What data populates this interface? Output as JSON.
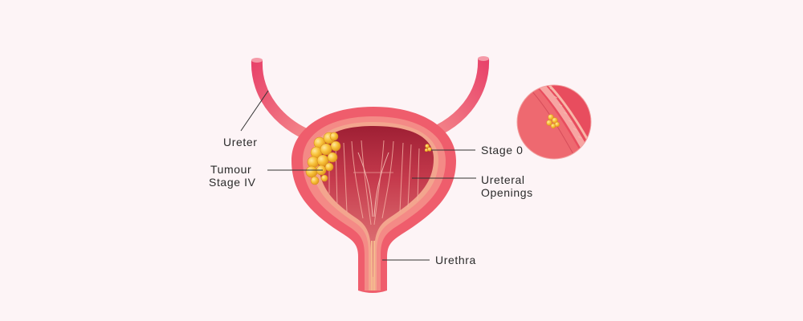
{
  "labels": {
    "ureter": "Ureter",
    "tumour_line1": "Tumour",
    "tumour_line2": "Stage IV",
    "stage0": "Stage 0",
    "ureteral_line1": "Ureteral",
    "ureteral_line2": "Openings",
    "urethra": "Urethra"
  },
  "colors": {
    "background": "#fdf4f6",
    "bladder_outer": "#f0616d",
    "bladder_wall": "#f58a88",
    "bladder_inner": "#c9384a",
    "ureter": "#ee5a74",
    "tumour": "#f7c23a"
  }
}
